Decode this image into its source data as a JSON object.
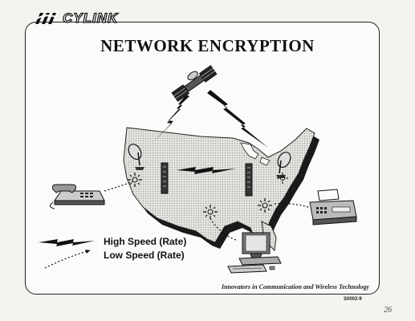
{
  "header": {
    "logo_text": "CYLINK",
    "title": "NETWORK ENCRYPTION"
  },
  "legend": {
    "high_speed": "High Speed (Rate)",
    "low_speed": "Low Speed (Rate)"
  },
  "footer": {
    "tagline": "Innovators in Communication  and Wireless Technology",
    "code": "S0002-9",
    "handwritten_note": "26"
  },
  "icons": [
    "satellite-icon",
    "dish-antenna-icon",
    "telephone-icon",
    "fax-machine-icon",
    "computer-icon",
    "encryptor-icon",
    "signal-node-icon",
    "lightning-link-icon"
  ],
  "colors": {
    "ink": "#111111",
    "paper": "#fbfbf9",
    "map_fill": "#d4d4d0",
    "shadow": "#1a1a1a"
  }
}
